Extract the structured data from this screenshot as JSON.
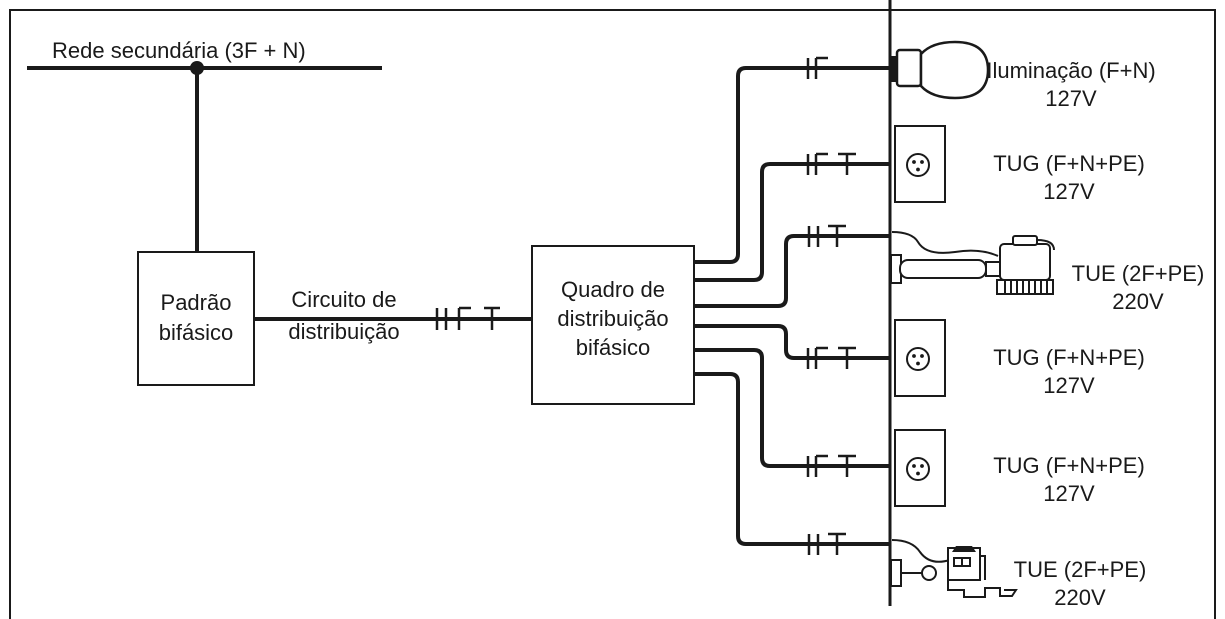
{
  "network": {
    "label": "Rede secundária (3F + N)"
  },
  "standard": {
    "line1": "Padrão",
    "line2": "bifásico"
  },
  "circuit": {
    "line1": "Circuito de",
    "line2": "distribuição"
  },
  "panel": {
    "line1": "Quadro de",
    "line2": "distribuição",
    "line3": "bifásico"
  },
  "loads": [
    {
      "icon": "light-bulb-icon",
      "name": "Iluminação (F+N)",
      "voltage": "127V"
    },
    {
      "icon": "outlet-icon",
      "name": "TUG (F+N+PE)",
      "voltage": "127V"
    },
    {
      "icon": "motor-pump-icon",
      "name": "TUE (2F+PE)",
      "voltage": "220V"
    },
    {
      "icon": "outlet-icon",
      "name": "TUG (F+N+PE)",
      "voltage": "127V"
    },
    {
      "icon": "outlet-icon",
      "name": "TUG (F+N+PE)",
      "voltage": "127V"
    },
    {
      "icon": "shower-icon",
      "name": "TUE (2F+PE)",
      "voltage": "220V"
    }
  ]
}
